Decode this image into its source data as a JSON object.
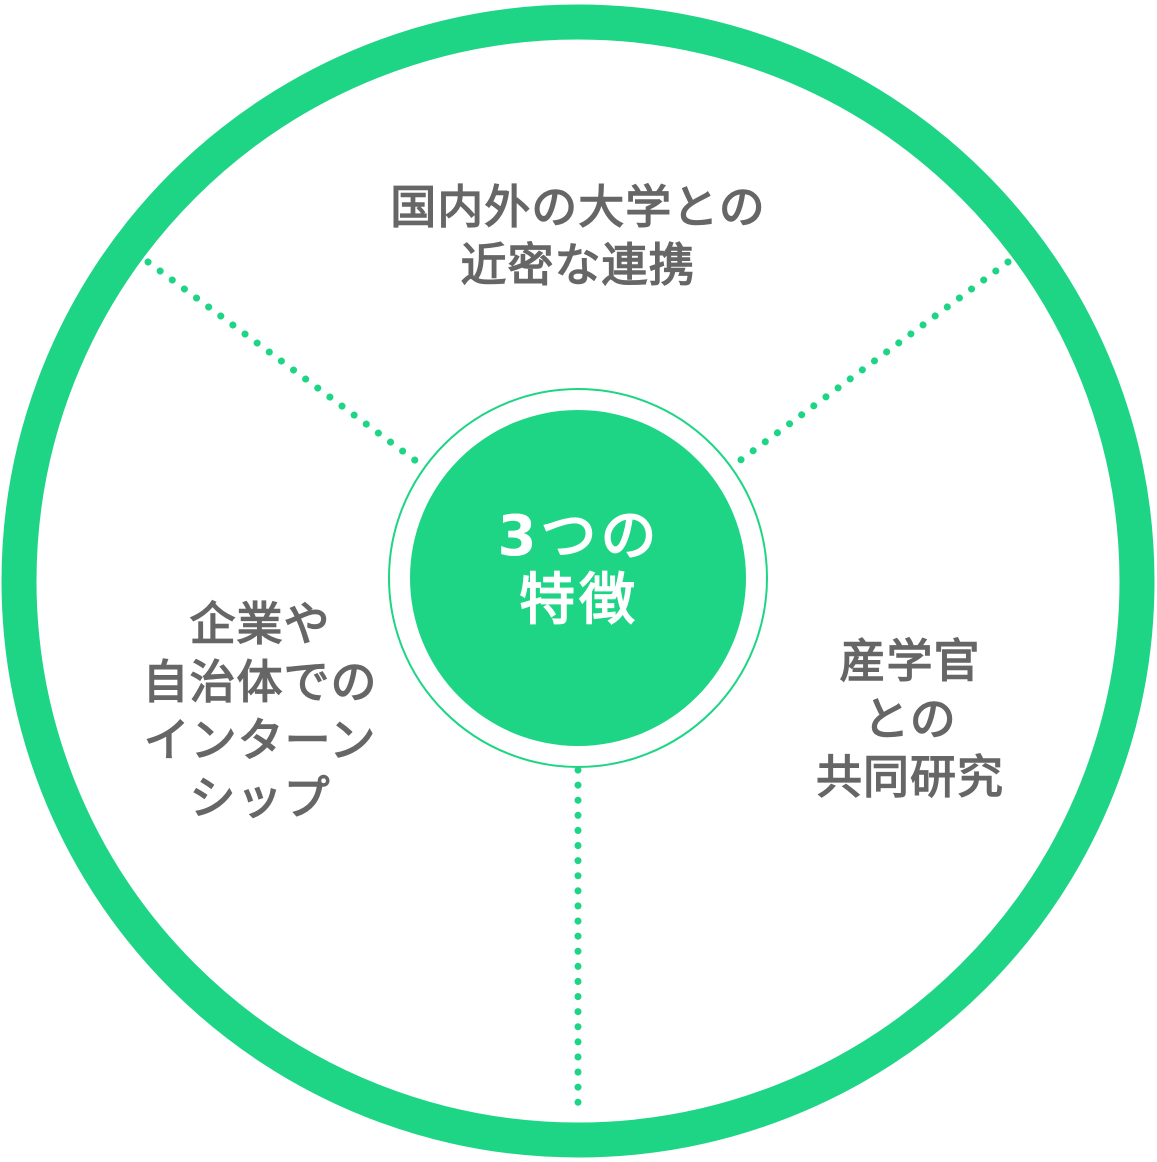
{
  "colors": {
    "accent": "#1ed585",
    "text": "#666666",
    "center_text": "#ffffff",
    "background": "#ffffff"
  },
  "center": {
    "line1": "3つの",
    "line2": "特徴"
  },
  "features": [
    {
      "lines": [
        "国内外の大学との",
        "近密な連携"
      ]
    },
    {
      "lines": [
        "企業や",
        "自治体での",
        "インターン",
        "シップ"
      ]
    },
    {
      "lines": [
        "産学官",
        "との",
        "共同研究"
      ]
    }
  ]
}
